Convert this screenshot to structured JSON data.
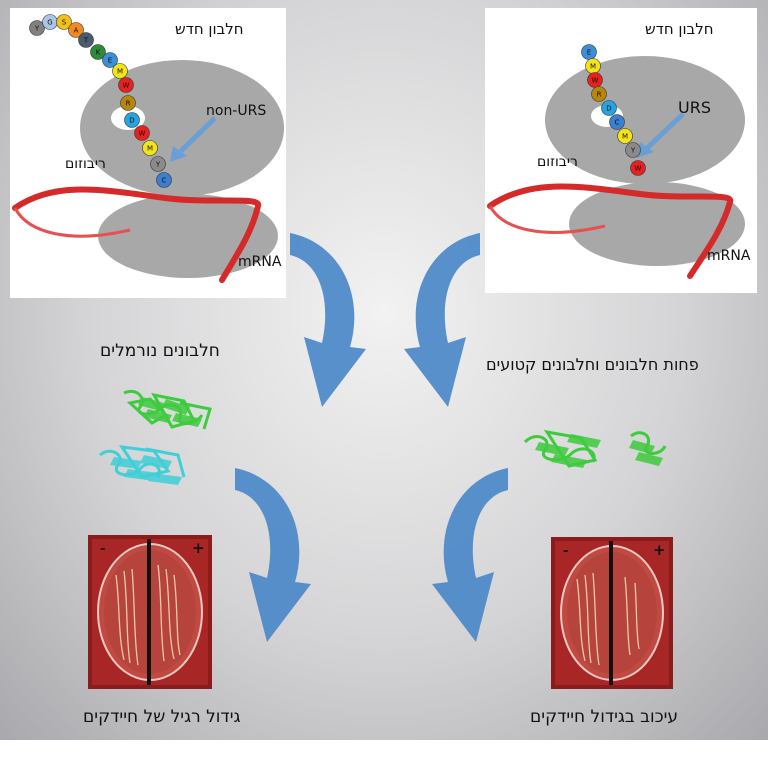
{
  "left_panel": {
    "title": "חלבון חדש",
    "codon_label": "non-URS",
    "ribosome_label": "ריבוזום",
    "mrna_label": "mRNA",
    "beads": [
      {
        "letter": "Y",
        "color": "#808080"
      },
      {
        "letter": "G",
        "color": "#a9c6e8"
      },
      {
        "letter": "S",
        "color": "#f2c018"
      },
      {
        "letter": "A",
        "color": "#f08a24"
      },
      {
        "letter": "T",
        "color": "#4a5a70"
      },
      {
        "letter": "K",
        "color": "#2e8b3a"
      },
      {
        "letter": "E",
        "color": "#3a8fd8"
      },
      {
        "letter": "M",
        "color": "#f2e418"
      },
      {
        "letter": "W",
        "color": "#e82020"
      },
      {
        "letter": "R",
        "color": "#b8860b"
      },
      {
        "letter": "D",
        "color": "#29a3e0"
      },
      {
        "letter": "W",
        "color": "#e82020"
      },
      {
        "letter": "M",
        "color": "#f2e418"
      },
      {
        "letter": "Y",
        "color": "#8a8a8a"
      },
      {
        "letter": "C",
        "color": "#3a7fd0"
      }
    ]
  },
  "right_panel": {
    "title": "חלבון חדש",
    "codon_label": "URS",
    "ribosome_label": "ריבוזום",
    "mrna_label": "mRNA",
    "beads": [
      {
        "letter": "E",
        "color": "#3a8fd8"
      },
      {
        "letter": "M",
        "color": "#f2e418"
      },
      {
        "letter": "W",
        "color": "#e82020"
      },
      {
        "letter": "R",
        "color": "#b8860b"
      },
      {
        "letter": "D",
        "color": "#29a3e0"
      },
      {
        "letter": "C",
        "color": "#3a7fd0"
      },
      {
        "letter": "M",
        "color": "#f2e418"
      },
      {
        "letter": "Y",
        "color": "#8a8a8a"
      },
      {
        "letter": "W",
        "color": "#e82020"
      }
    ]
  },
  "labels": {
    "normal_proteins": "חלבונים נורמלים",
    "fewer_proteins": "פחות חלבונים וחלבונים קטועים",
    "normal_growth": "גידול רגיל של חיידקים",
    "delayed_growth": "עיכוב בגידול חיידקים"
  },
  "plate_signs": {
    "minus": "-",
    "plus": "+"
  },
  "colors": {
    "ribosome": "#a8a8a8",
    "mrna": "#d42a2a",
    "arrow": "#4a88c8",
    "protein_green": "#3ecb3e",
    "protein_cyan": "#3fcfd6",
    "plate_frame": "#8c1c1c"
  }
}
